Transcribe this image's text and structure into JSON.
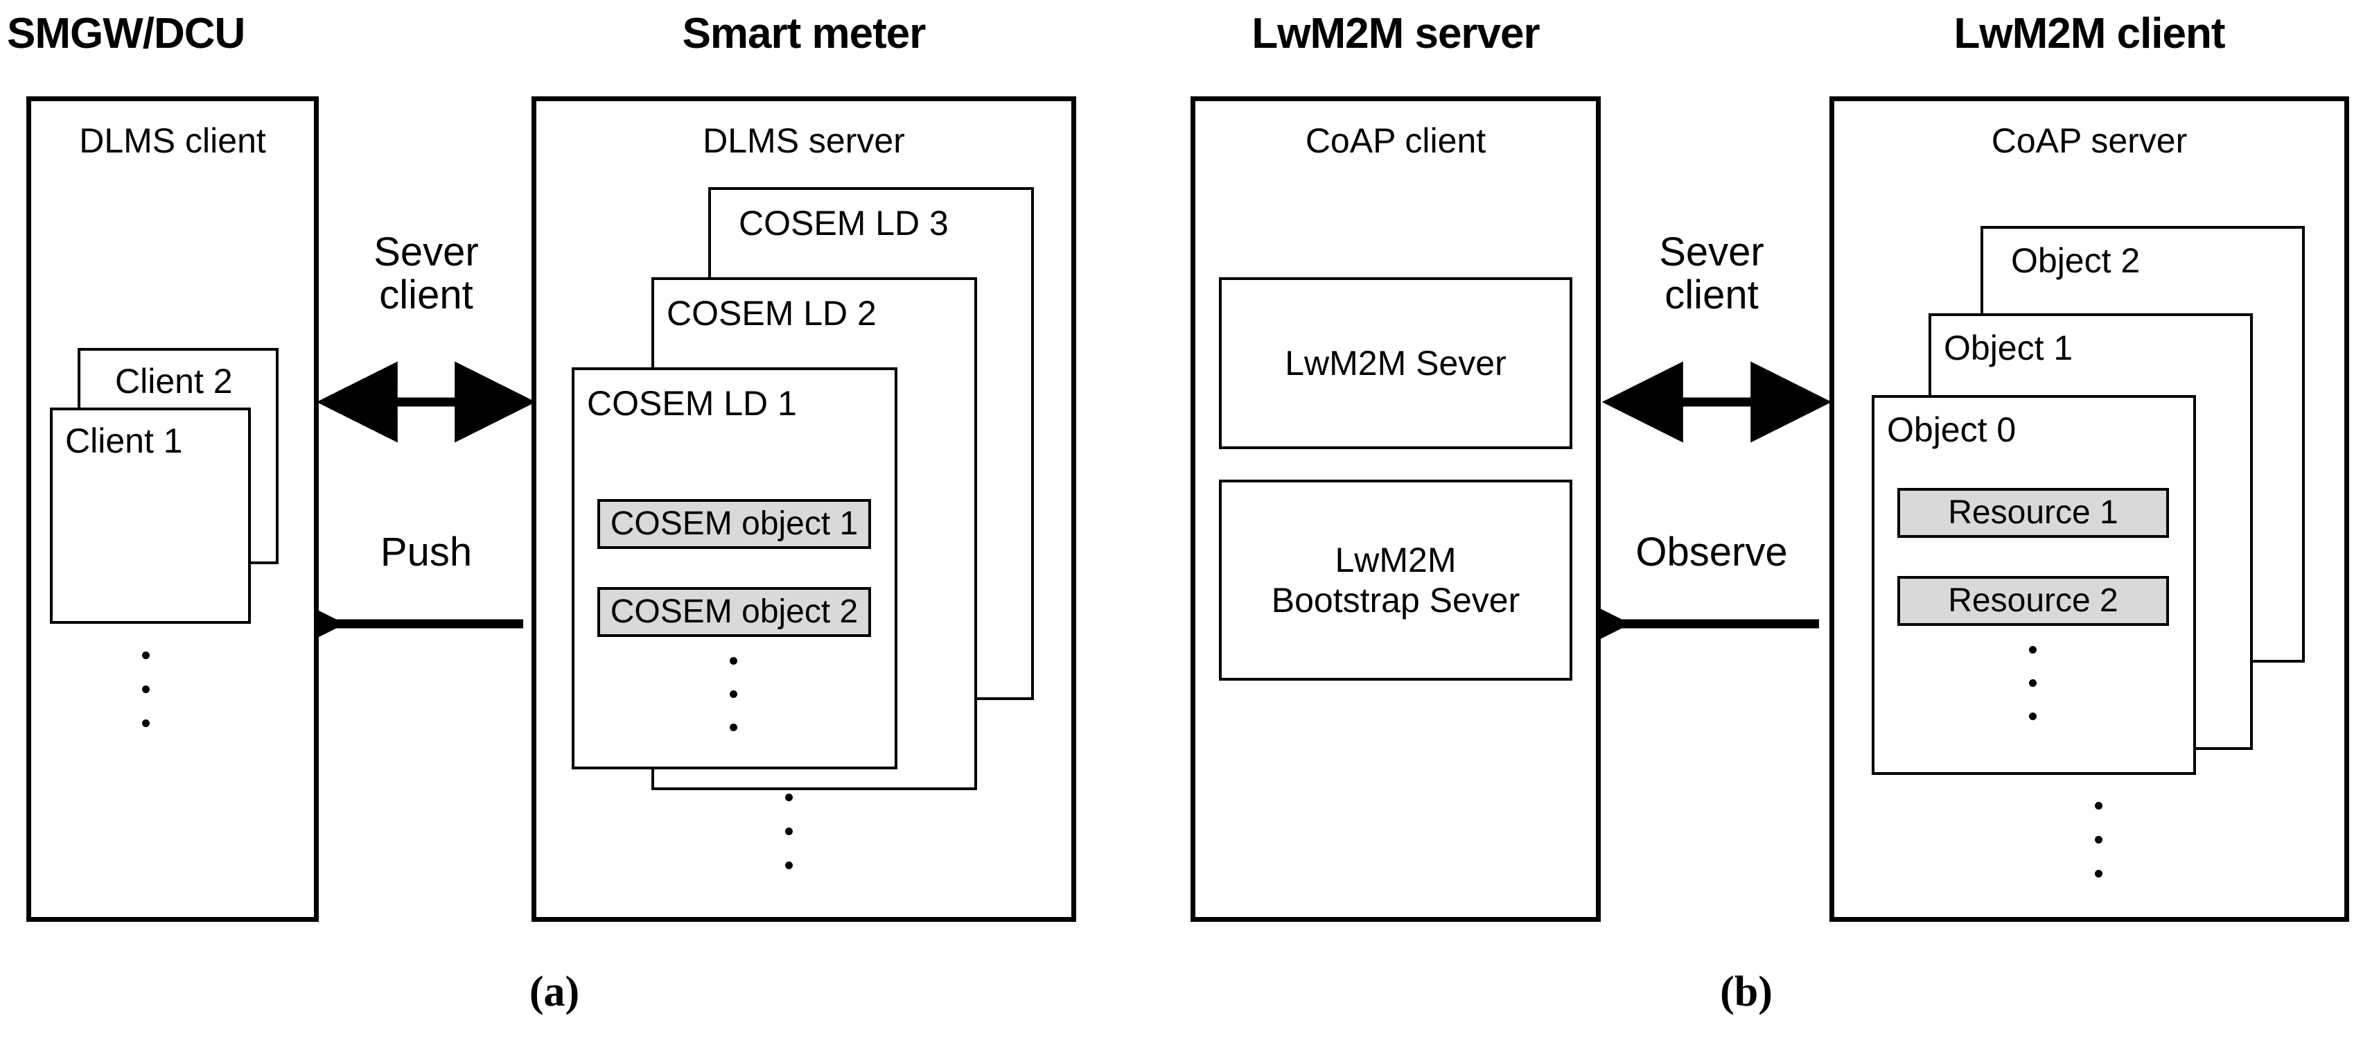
{
  "figure": {
    "caption_a": "(a)",
    "caption_b": "(b)"
  },
  "colors": {
    "stroke": "#000000",
    "shaded_fill": "#d9d9d9",
    "background": "#ffffff"
  },
  "panels": {
    "smgw_dcu": {
      "title": "SMGW/DCU",
      "sublabel": "DLMS client",
      "stack": [
        {
          "label": "Client 2"
        },
        {
          "label": "Client 1"
        }
      ],
      "ellipsis_dots": 3
    },
    "smart_meter": {
      "title": "Smart meter",
      "sublabel": "DLMS server",
      "stack": [
        {
          "label": "COSEM LD 3"
        },
        {
          "label": "COSEM LD 2"
        },
        {
          "label": "COSEM LD 1"
        }
      ],
      "objects": [
        {
          "label": "COSEM object 1"
        },
        {
          "label": "COSEM object 2"
        }
      ],
      "inner_ellipsis_dots": 3,
      "outer_ellipsis_dots": 3
    },
    "lwm2m_server": {
      "title": "LwM2M server",
      "sublabel": "CoAP client",
      "boxes": [
        {
          "label": "LwM2M Sever"
        },
        {
          "label": "LwM2M\nBootstrap Sever"
        }
      ]
    },
    "lwm2m_client": {
      "title": "LwM2M client",
      "sublabel": "CoAP server",
      "stack": [
        {
          "label": "Object 2"
        },
        {
          "label": "Object 1"
        },
        {
          "label": "Object 0"
        }
      ],
      "resources": [
        {
          "label": "Resource 1"
        },
        {
          "label": "Resource 2"
        }
      ],
      "inner_ellipsis_dots": 3,
      "outer_ellipsis_dots": 3
    }
  },
  "connections": {
    "left": {
      "top_label": "Sever\nclient",
      "bottom_label": "Push"
    },
    "right": {
      "top_label": "Sever\nclient",
      "bottom_label": "Observe"
    }
  }
}
